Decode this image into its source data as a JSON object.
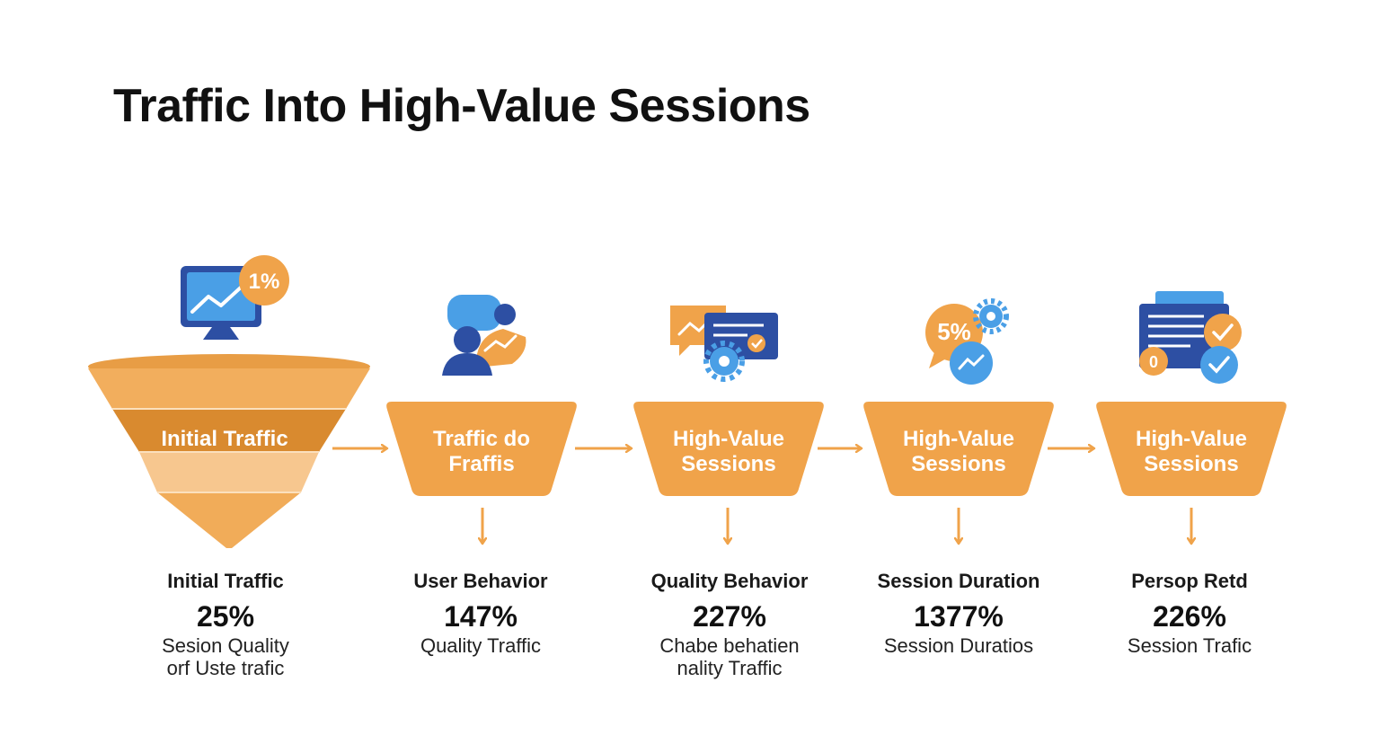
{
  "title": "Traffic Into High-Value Sessions",
  "colors": {
    "orange": "#F0A34A",
    "orange_dark": "#D98A2F",
    "orange_light": "#F7C58A",
    "blue": "#2D4FA3",
    "blue_light": "#4AA3E8"
  },
  "funnel": {
    "label": "Initial Traffic",
    "badge": "1%",
    "icon": "monitor-chart-icon"
  },
  "stages": [
    {
      "label": "Traffic do\nFraffis",
      "icon": "users-chat-icon"
    },
    {
      "label": "High-Value\nSessions",
      "icon": "chat-settings-icon"
    },
    {
      "label": "High-Value\nSessions",
      "icon": "percent-settings-icon",
      "badge": "5%"
    },
    {
      "label": "High-Value\nSessions",
      "icon": "document-checks-icon",
      "badge": "0"
    }
  ],
  "stats": [
    {
      "metric": "Initial Traffic",
      "value": "25%",
      "desc": "Sesion Quality\norf Uste trafic"
    },
    {
      "metric": "User Behavior",
      "value": "147%",
      "desc": "Quality Traffic"
    },
    {
      "metric": "Quality Behavior",
      "value": "227%",
      "desc": "Chabe behatien\nnality Traffic"
    },
    {
      "metric": "Session Duration",
      "value": "1377%",
      "desc": "Session Duratios"
    },
    {
      "metric": "Persop Retd",
      "value": "226%",
      "desc": "Session Trafic"
    }
  ]
}
